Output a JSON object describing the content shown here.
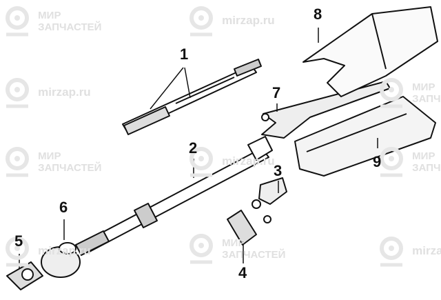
{
  "watermark": {
    "brand_line1": "МИР",
    "brand_line2": "ЗАПЧАСТЕЙ",
    "site": "mirzap.ru"
  },
  "callouts": [
    "1",
    "2",
    "3",
    "4",
    "5",
    "6",
    "7",
    "8",
    "9"
  ]
}
